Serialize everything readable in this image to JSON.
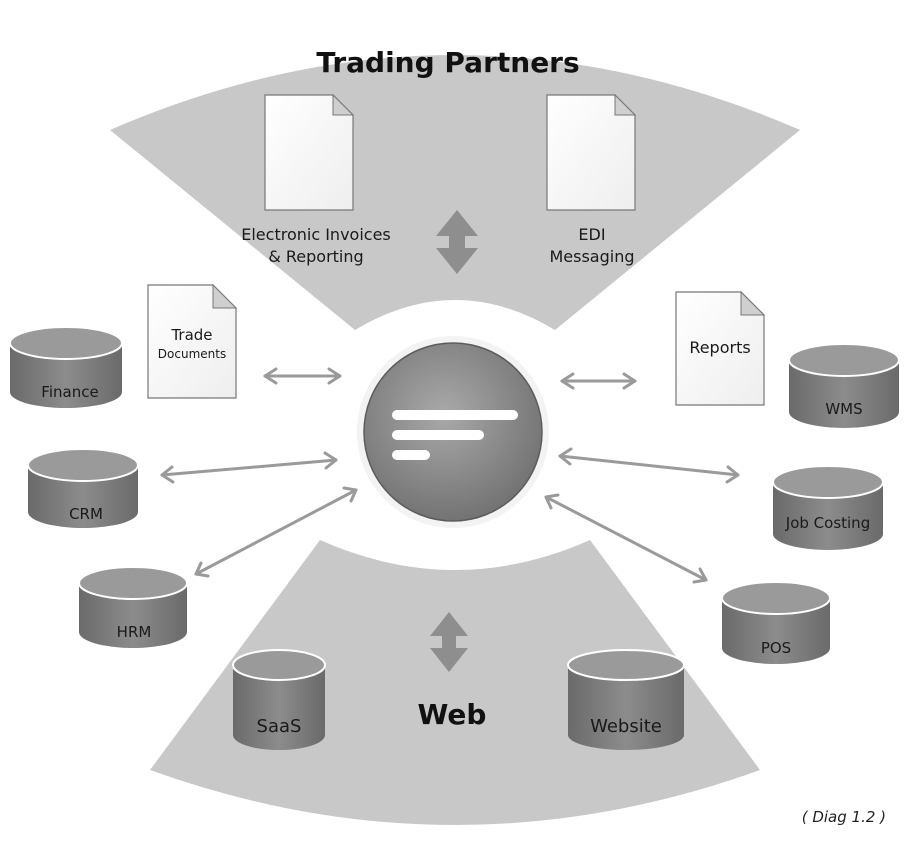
{
  "diagram": {
    "top_region": {
      "title": "Trading Partners",
      "doc_left": {
        "line1": "Electronic Invoices",
        "line2": "& Reporting"
      },
      "doc_right": {
        "line1": "EDI",
        "line2": "Messaging"
      }
    },
    "bottom_region": {
      "title": "Web",
      "db_left": "SaaS",
      "db_right": "Website"
    },
    "side_documents": {
      "left": {
        "line1": "Trade",
        "line2": "Documents"
      },
      "right": {
        "line1": "Reports"
      }
    },
    "databases_left": [
      "Finance",
      "CRM",
      "HRM"
    ],
    "databases_right": [
      "WMS",
      "Job Costing",
      "POS"
    ],
    "caption": "( Diag 1.2 )"
  }
}
